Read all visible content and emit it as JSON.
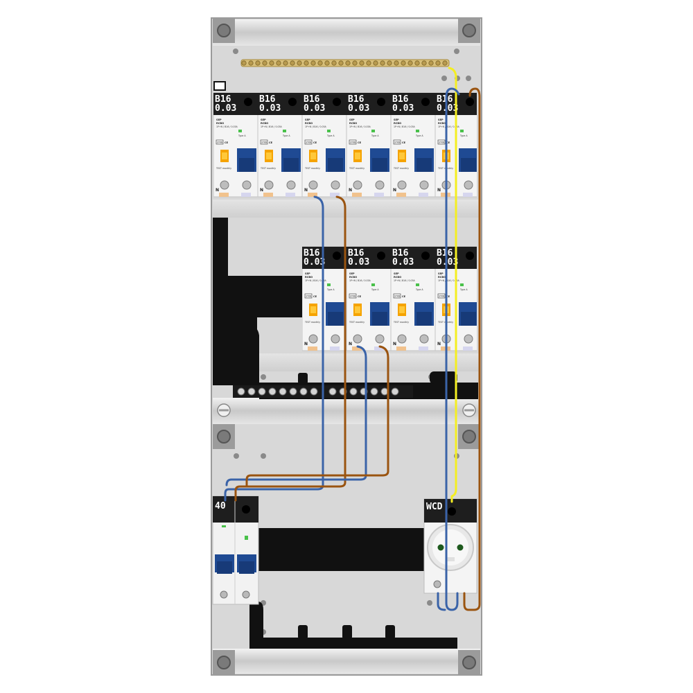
{
  "board": {
    "rows": [
      {
        "modules": [
          {
            "line1": "B16",
            "line2": "0.03"
          },
          {
            "line1": "B16",
            "line2": "0.03"
          },
          {
            "line1": "B16",
            "line2": "0.03"
          },
          {
            "line1": "B16",
            "line2": "0.03"
          },
          {
            "line1": "B16",
            "line2": "0.03"
          },
          {
            "line1": "B16",
            "line2": "0.03"
          }
        ]
      },
      {
        "modules": [
          {
            "line1": "B16",
            "line2": "0.03"
          },
          {
            "line1": "B16",
            "line2": "0.03"
          },
          {
            "line1": "B16",
            "line2": "0.03"
          },
          {
            "line1": "B16",
            "line2": "0.03"
          }
        ]
      }
    ],
    "main_switch": {
      "label": "40"
    },
    "socket": {
      "label": "WCD"
    },
    "rcbo_face": {
      "brand": "SEP",
      "model": "RCBO",
      "spec": "1P+N / B16 / 0.03A",
      "badge": "STKB",
      "mark": "CE",
      "neutral": "N",
      "footer": "TEST monthly",
      "type": "Type A"
    }
  },
  "colors": {
    "wire_blue": "#3a63a8",
    "wire_brown": "#9a5410",
    "wire_yellow": "#f4ee22",
    "rail": "#111111",
    "module_head": "#1e1e1e",
    "handle": "#1f4a93",
    "test_button": "#f5a300"
  }
}
